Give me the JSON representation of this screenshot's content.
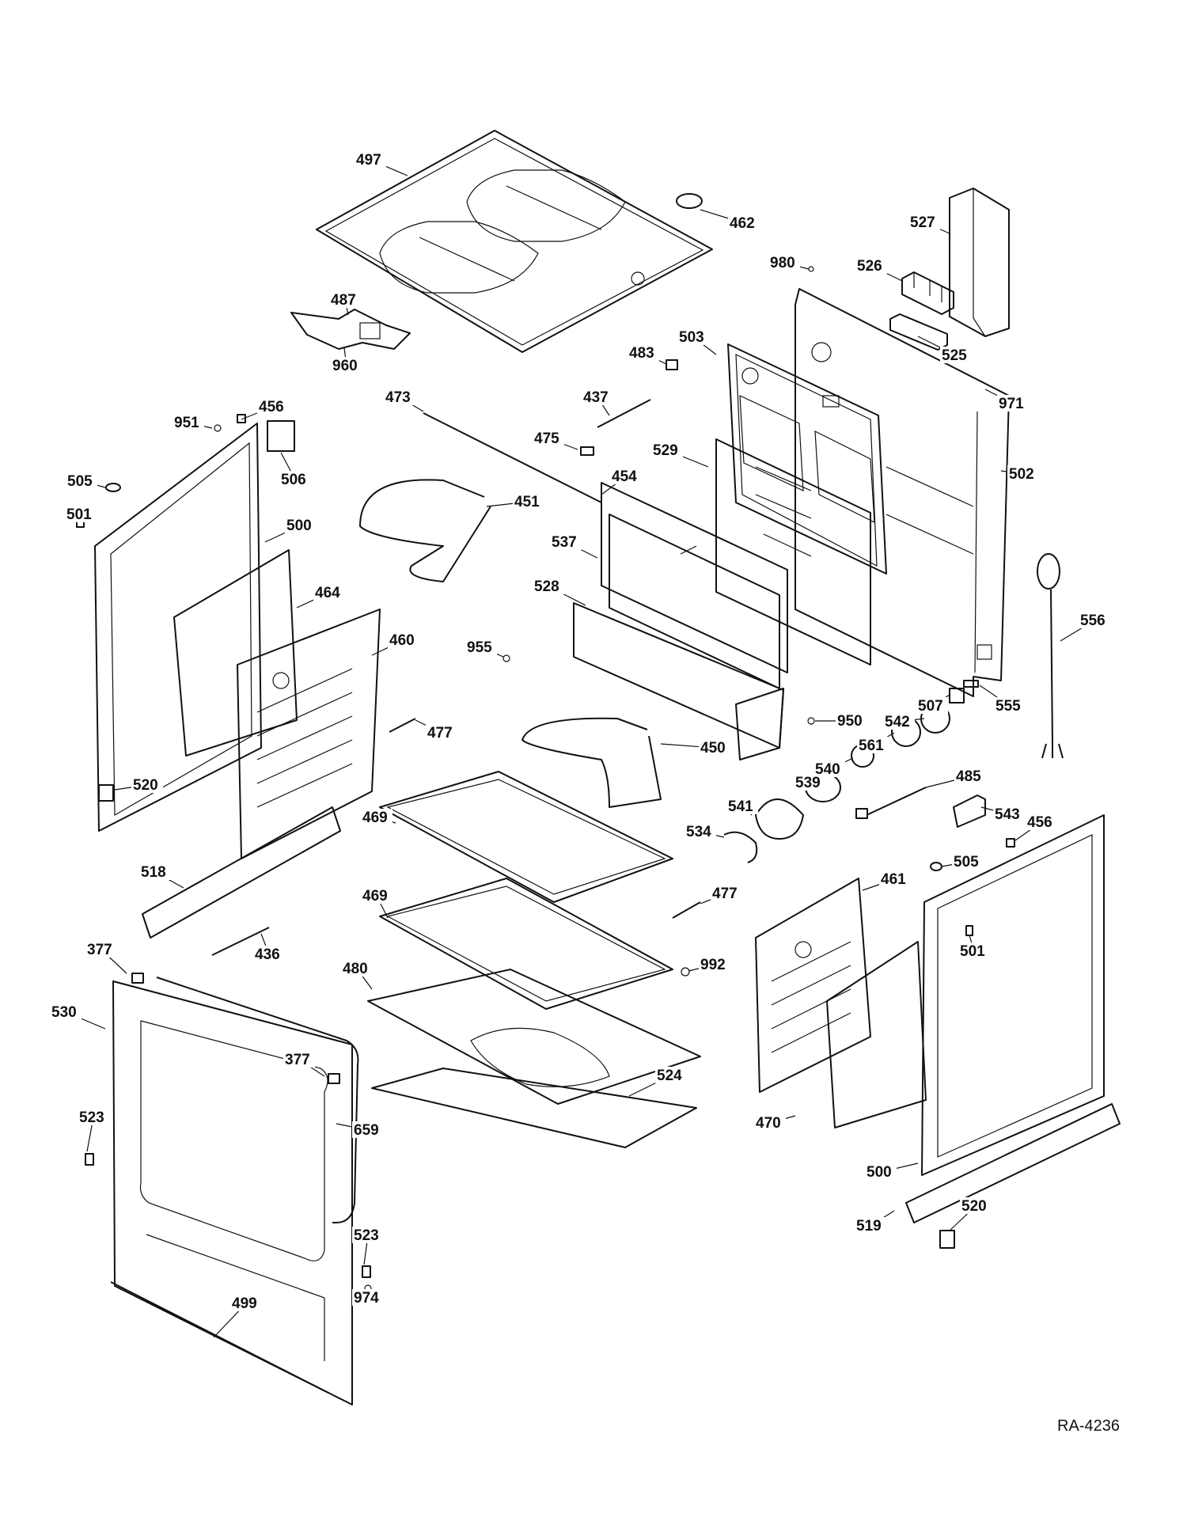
{
  "drawing_ref": "RA-4236",
  "parts": [
    {
      "n": "497"
    },
    {
      "n": "462"
    },
    {
      "n": "980"
    },
    {
      "n": "527"
    },
    {
      "n": "526"
    },
    {
      "n": "525"
    },
    {
      "n": "487"
    },
    {
      "n": "960"
    },
    {
      "n": "483"
    },
    {
      "n": "503"
    },
    {
      "n": "971"
    },
    {
      "n": "473"
    },
    {
      "n": "437"
    },
    {
      "n": "951"
    },
    {
      "n": "456"
    },
    {
      "n": "475"
    },
    {
      "n": "529"
    },
    {
      "n": "502"
    },
    {
      "n": "506"
    },
    {
      "n": "505"
    },
    {
      "n": "454"
    },
    {
      "n": "451"
    },
    {
      "n": "501"
    },
    {
      "n": "500"
    },
    {
      "n": "537"
    },
    {
      "n": "528"
    },
    {
      "n": "556"
    },
    {
      "n": "464"
    },
    {
      "n": "460"
    },
    {
      "n": "955"
    },
    {
      "n": "555"
    },
    {
      "n": "950"
    },
    {
      "n": "507"
    },
    {
      "n": "542"
    },
    {
      "n": "561"
    },
    {
      "n": "477"
    },
    {
      "n": "450"
    },
    {
      "n": "540"
    },
    {
      "n": "485"
    },
    {
      "n": "520"
    },
    {
      "n": "539"
    },
    {
      "n": "543"
    },
    {
      "n": "541"
    },
    {
      "n": "469"
    },
    {
      "n": "534"
    },
    {
      "n": "456"
    },
    {
      "n": "505"
    },
    {
      "n": "518"
    },
    {
      "n": "461"
    },
    {
      "n": "477"
    },
    {
      "n": "469"
    },
    {
      "n": "501"
    },
    {
      "n": "436"
    },
    {
      "n": "377"
    },
    {
      "n": "992"
    },
    {
      "n": "480"
    },
    {
      "n": "530"
    },
    {
      "n": "377"
    },
    {
      "n": "524"
    },
    {
      "n": "523"
    },
    {
      "n": "659"
    },
    {
      "n": "470"
    },
    {
      "n": "500"
    },
    {
      "n": "520"
    },
    {
      "n": "519"
    },
    {
      "n": "523"
    },
    {
      "n": "974"
    },
    {
      "n": "499"
    }
  ]
}
